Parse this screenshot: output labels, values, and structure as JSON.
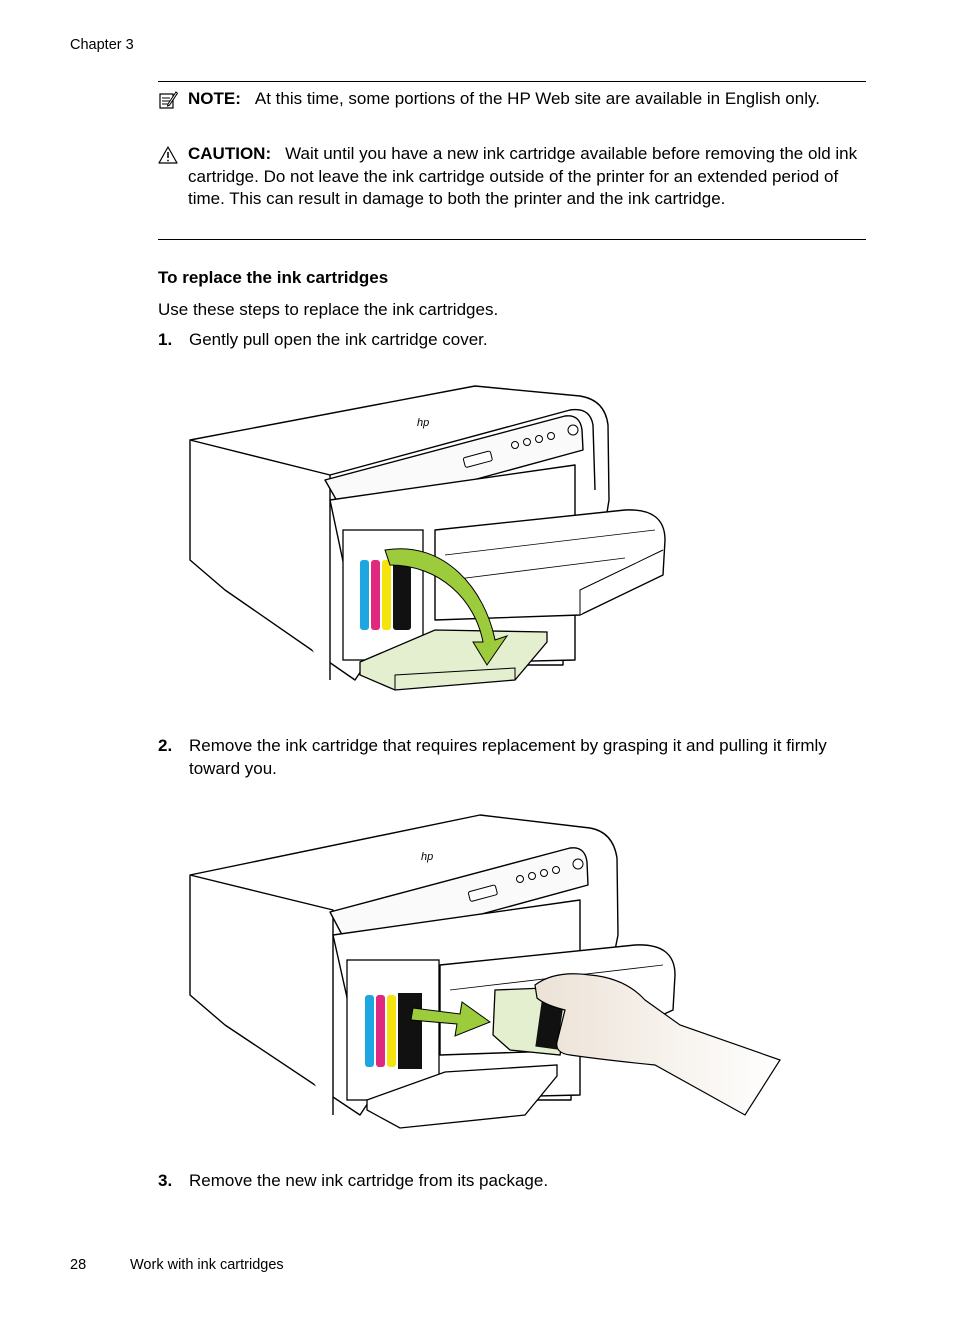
{
  "header": {
    "running_head": "Chapter 3"
  },
  "note": {
    "label": "NOTE:",
    "text": "At this time, some portions of the HP Web site are available in English only."
  },
  "caution": {
    "label": "CAUTION:",
    "text": "Wait until you have a new ink cartridge available before removing the old ink cartridge. Do not leave the ink cartridge outside of the printer for an extended period of time. This can result in damage to both the printer and the ink cartridge."
  },
  "procedure": {
    "heading": "To replace the ink cartridges",
    "intro": "Use these steps to replace the ink cartridges.",
    "steps": [
      {
        "num": "1.",
        "text": "Gently pull open the ink cartridge cover."
      },
      {
        "num": "2.",
        "text": "Remove the ink cartridge that requires replacement by grasping it and pulling it firmly toward you."
      },
      {
        "num": "3.",
        "text": "Remove the new ink cartridge from its package."
      }
    ]
  },
  "figures": {
    "green": "#9ccb3b",
    "green_light": "#e3efcf",
    "cyan": "#1ea6e0",
    "magenta": "#e0287f",
    "yellow": "#f4e30c",
    "skin": "#ece2d6",
    "logo_text": "hp"
  },
  "footer": {
    "page_number": "28",
    "section_title": "Work with ink cartridges"
  }
}
